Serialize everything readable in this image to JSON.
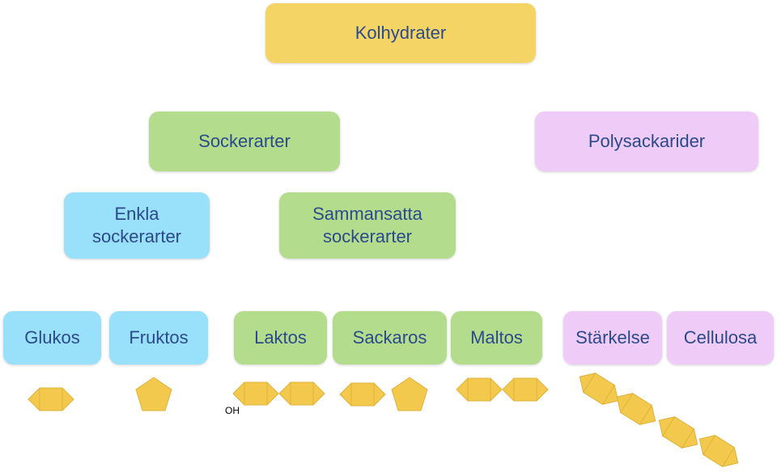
{
  "diagram": {
    "root": "Kolhydrater",
    "sugars": "Sockerarter",
    "polysaccharides": "Polysackarider",
    "simple_sugars": "Enkla\nsockerarter",
    "compound_sugars": "Sammansatta\nsockerarter",
    "leaves": {
      "glukos": "Glukos",
      "fruktos": "Fruktos",
      "laktos": "Laktos",
      "sackaros": "Sackaros",
      "maltos": "Maltos",
      "starkelse": "Stärkelse",
      "cellulosa": "Cellulosa"
    },
    "oh_label": "OH"
  },
  "colors": {
    "yellow": "#f5d466",
    "green": "#b3dc8c",
    "blue": "#99e0fb",
    "purple": "#efcbf7",
    "text": "#2b4a8c",
    "molecule_fill": "#f2c94c",
    "molecule_stroke": "#e0b23a"
  }
}
